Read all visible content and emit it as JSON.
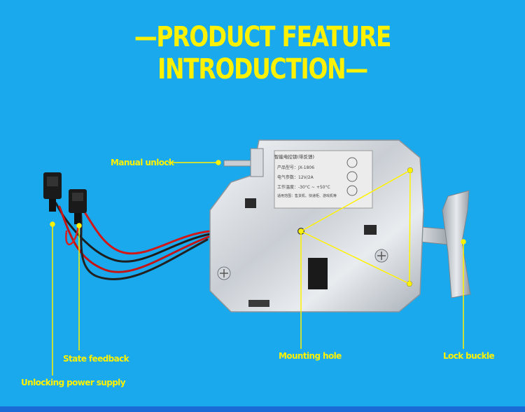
{
  "title": "—PRODUCT FEATURE INTRODUCTION—",
  "callouts": {
    "manual_unlock": "Manual unlock",
    "state_feedback": "State feedback",
    "unlocking_power_supply": "Unlocking power supply",
    "mounting_hole": "Mounting hole",
    "lock_buckle": "Lock buckle"
  },
  "product_label": {
    "name": "智能电控锁(带反馈)",
    "model": "产品型号：JX-1806",
    "electrical": "电气参数：12V/2A",
    "temperature": "工作温度：-30°C ~ +50°C",
    "application": "适用范围：售货机、快递柜、游戏机等"
  },
  "colors": {
    "background": "#1aa9ec",
    "accent": "#fff200",
    "bottom_strip": "#1b6bd6"
  }
}
